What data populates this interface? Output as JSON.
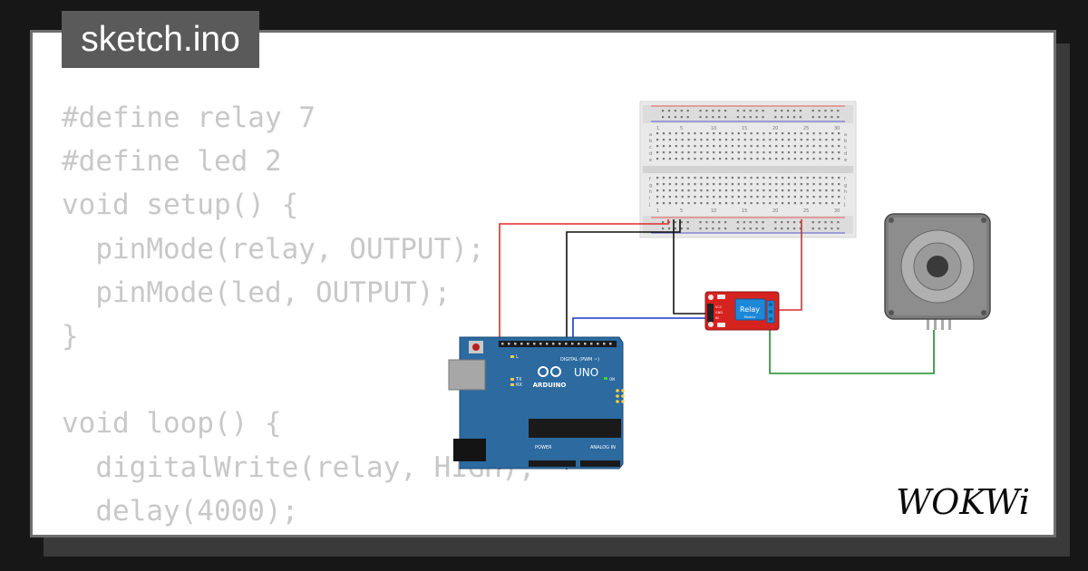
{
  "header": {
    "filename": "sketch.ino"
  },
  "code": {
    "lines": [
      "#define relay 7",
      "#define led 2",
      "void setup() {",
      "  pinMode(relay, OUTPUT);",
      "  pinMode(led, OUTPUT);",
      "}",
      "",
      "void loop() {",
      "  digitalWrite(relay, HIGH);",
      "  delay(4000);"
    ]
  },
  "breadboard": {
    "column_numbers": [
      "1",
      "5",
      "10",
      "15",
      "20",
      "25",
      "30"
    ],
    "row_letters_top": [
      "a",
      "b",
      "c",
      "d",
      "e"
    ],
    "row_letters_bottom": [
      "f",
      "g",
      "h",
      "i",
      "j"
    ]
  },
  "relay_module": {
    "label": "Relay",
    "sublabel": "Module",
    "pin_labels": [
      "VCC",
      "GND",
      "IN"
    ]
  },
  "arduino": {
    "brand": "ARDUINO",
    "model": "UNO",
    "digital_label": "DIGITAL (PWM ~)",
    "power_label": "POWER",
    "analog_label": "ANALOG IN",
    "on_label": "ON",
    "tx_label": "TX",
    "rx_label": "RX",
    "l_label": "L"
  },
  "logo": {
    "text": "WOKWi"
  },
  "colors": {
    "wire_red": "#e22a2a",
    "wire_black": "#111111",
    "wire_blue": "#1b38c8",
    "wire_green": "#1e8a2c",
    "arduino_board": "#2c6aa0",
    "relay_board": "#d6231f",
    "relay_cube": "#1e88d8"
  }
}
